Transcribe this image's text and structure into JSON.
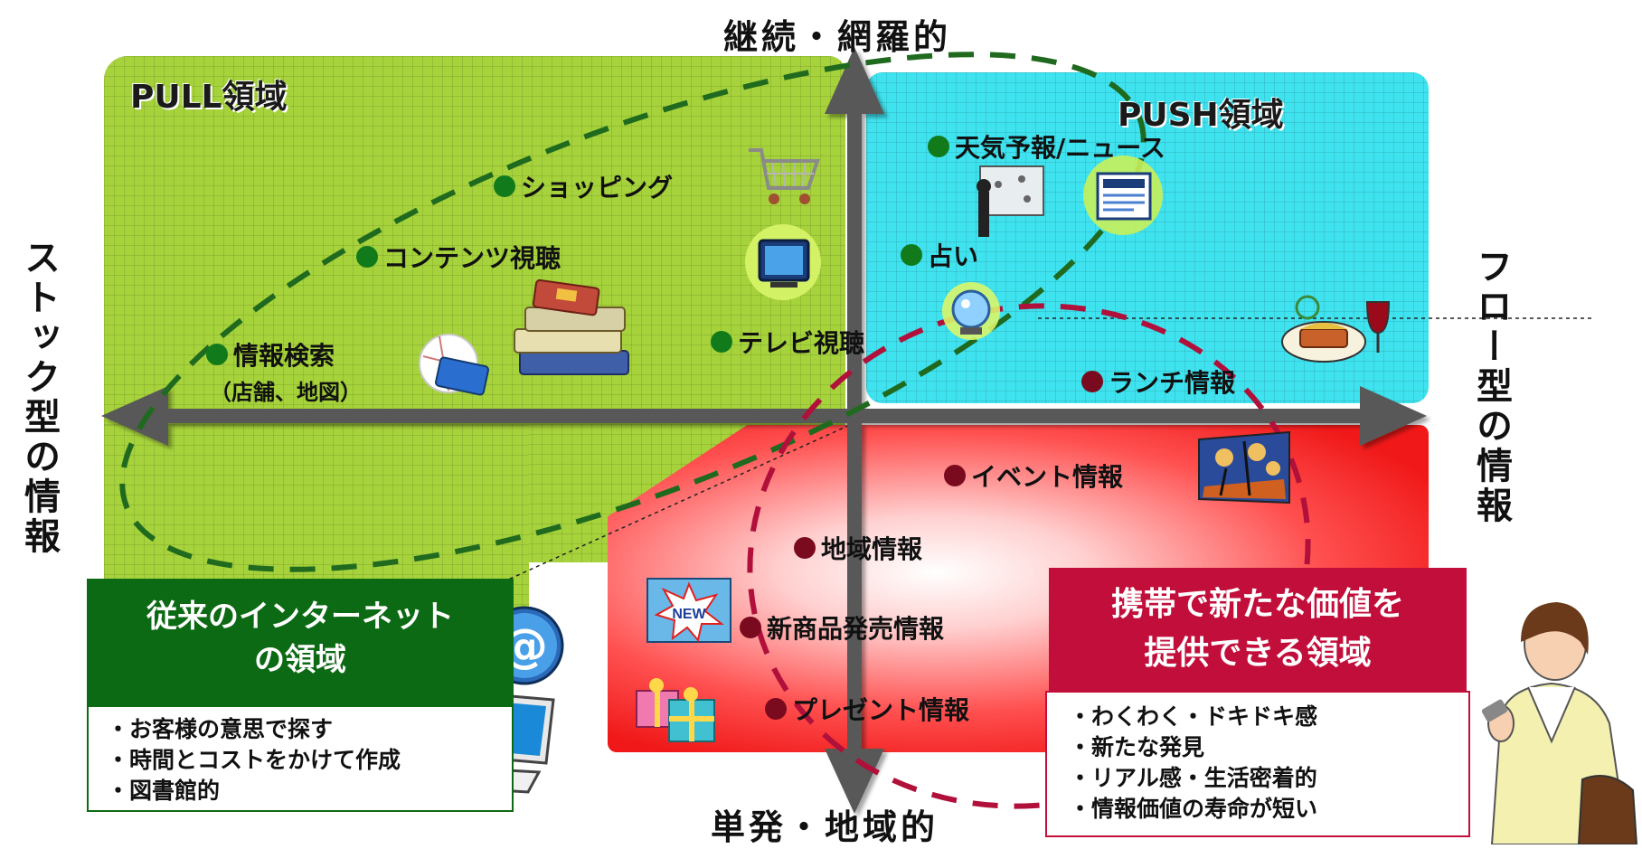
{
  "axes": {
    "top": "継続・網羅的",
    "bottom": "単発・地域的",
    "left": "ストック型の情報",
    "right": "フロー型の情報"
  },
  "regions": {
    "pull": "PULL領域",
    "push": "PUSH領域"
  },
  "items_pull": [
    {
      "label": "ショッピング",
      "icon": "shopping-cart-icon"
    },
    {
      "label": "コンテンツ視聴",
      "icon": "books-icon"
    },
    {
      "label": "情報検索",
      "sub": "（店舗、地図）",
      "icon": "map-icon"
    },
    {
      "label": "テレビ視聴",
      "icon": "tv-icon"
    }
  ],
  "items_push": [
    {
      "label": "天気予報/ニュース",
      "icon": "newspaper-icon"
    },
    {
      "label": "占い",
      "icon": "crystal-ball-icon"
    }
  ],
  "items_mobile": [
    {
      "label": "ランチ情報",
      "icon": "lunch-icon"
    },
    {
      "label": "イベント情報",
      "icon": "concert-icon"
    },
    {
      "label": "地域情報"
    },
    {
      "label": "新商品発売情報",
      "icon": "new-badge-icon"
    },
    {
      "label": "プレゼント情報",
      "icon": "gift-icon"
    }
  ],
  "internet_box": {
    "title": "従来のインターネットの領域",
    "title_line1": "従来のインターネット",
    "title_line2": "の領域",
    "points": [
      "・お客様の意思で探す",
      "・時間とコストをかけて作成",
      "・図書館的"
    ]
  },
  "mobile_box": {
    "title_line1": "携帯で新たな価値を",
    "title_line2": "提供できる領域",
    "points": [
      "・わくわく・ドキドキ感",
      "・新たな発見",
      "・リアル感・生活密着的",
      "・情報価値の寿命が短い"
    ]
  },
  "colors": {
    "pull_zone": "#a6d33b",
    "push_zone": "#3fe3ef",
    "mobile_zone": "#f01818",
    "internet_box": "#0d6a14",
    "mobile_box": "#c20e3a",
    "axis": "#595959",
    "ellipse_green": "#1f6a1f",
    "ellipse_red": "#b0103a"
  }
}
